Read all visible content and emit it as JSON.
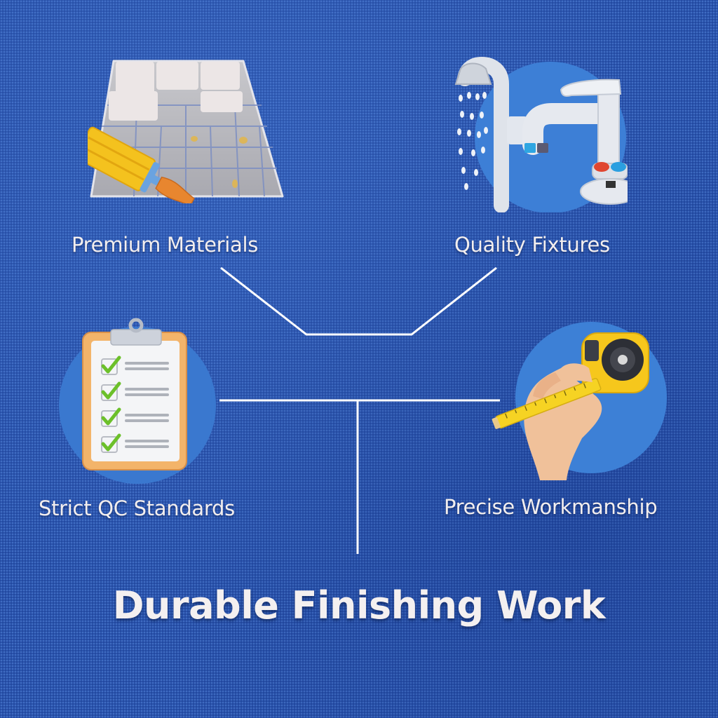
{
  "diagram": {
    "title": "Durable Finishing Work",
    "nodes": [
      {
        "id": "premium-materials",
        "label": "Premium Materials",
        "icon": "tile-trowel-icon"
      },
      {
        "id": "quality-fixtures",
        "label": "Quality Fixtures",
        "icon": "faucet-shower-icon"
      },
      {
        "id": "strict-qc-standards",
        "label": "Strict QC Standards",
        "icon": "checklist-clipboard-icon"
      },
      {
        "id": "precise-workmanship",
        "label": "Precise Workmanship",
        "icon": "tape-measure-icon"
      }
    ],
    "connections": [
      {
        "from": "premium-materials",
        "to": "durable-finishing-work"
      },
      {
        "from": "quality-fixtures",
        "to": "durable-finishing-work"
      },
      {
        "from": "strict-qc-standards",
        "to": "durable-finishing-work"
      },
      {
        "from": "precise-workmanship",
        "to": "durable-finishing-work"
      }
    ]
  },
  "colors": {
    "background": "#2a54ae",
    "circle": "#3d7fd6",
    "line": "#ffffff",
    "text": "#f2eeee",
    "check": "#6cc02a",
    "tape": "#f6c71c",
    "handle": "#e8862f"
  }
}
